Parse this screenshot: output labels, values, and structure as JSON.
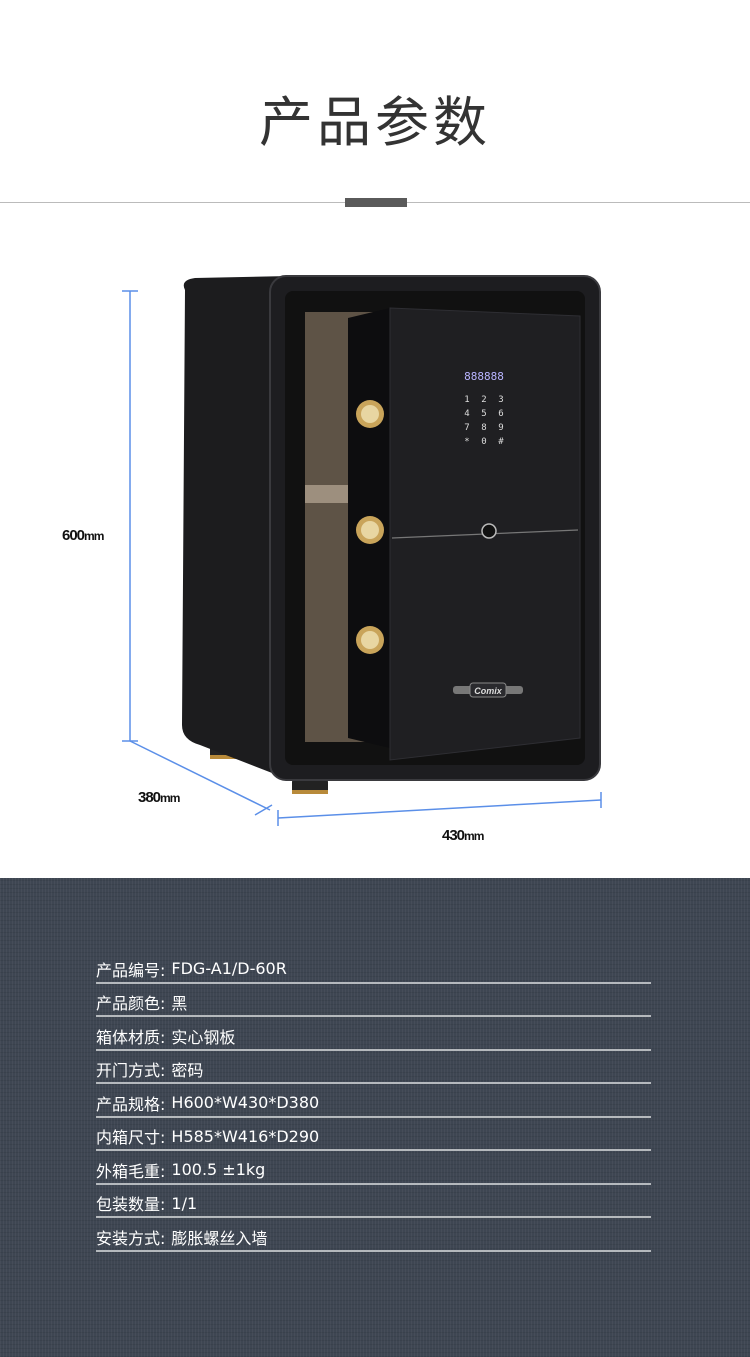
{
  "header": {
    "title": "产品参数"
  },
  "product_image": {
    "keypad_display": "888888",
    "keypad_keys": [
      "1",
      "2",
      "3",
      "4",
      "5",
      "6",
      "7",
      "8",
      "9",
      "*",
      "0",
      "#"
    ],
    "brand": "Comix"
  },
  "dimensions": {
    "height": {
      "value": "600",
      "unit": "mm"
    },
    "depth": {
      "value": "380",
      "unit": "mm"
    },
    "width": {
      "value": "430",
      "unit": "mm"
    }
  },
  "specs": [
    {
      "label": "产品编号:",
      "value": "FDG-A1/D-60R"
    },
    {
      "label": "产品颜色:",
      "value": "黑"
    },
    {
      "label": "箱体材质:",
      "value": "实心钢板"
    },
    {
      "label": "开门方式:",
      "value": "密码"
    },
    {
      "label": "产品规格:",
      "value": "H600*W430*D380"
    },
    {
      "label": "内箱尺寸:",
      "value": "H585*W416*D290"
    },
    {
      "label": "外箱毛重:",
      "value": "100.5 ±1kg"
    },
    {
      "label": "包装数量:",
      "value": "1/1"
    },
    {
      "label": "安装方式:",
      "value": "膨胀螺丝入墙"
    }
  ]
}
